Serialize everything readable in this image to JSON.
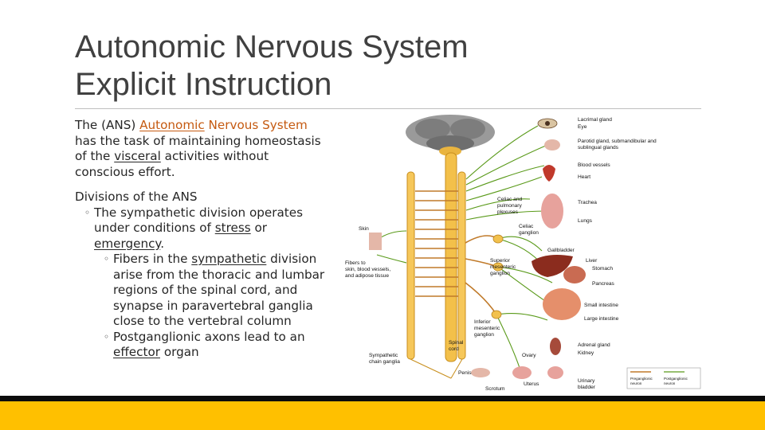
{
  "slide": {
    "title_line1": "Autonomic Nervous System",
    "title_line2": "Explicit Instruction"
  },
  "body": {
    "para1": {
      "p1": "The (ANS) ",
      "link": "Autonomic",
      "p2": " Nervous System",
      "p3": "has the task of maintaining homeostasis",
      "p4": "of the ",
      "u1": "visceral",
      "p5": " activities without",
      "p6": "conscious effort."
    },
    "divisions_heading": "Divisions of the ANS",
    "item1": {
      "a": "The sympathetic division operates",
      "b": "under conditions of ",
      "u_stress": "stress",
      "c": " or",
      "u_emergency": "emergency",
      "d": "."
    },
    "sub1": {
      "a": "Fibers in the ",
      "u": "sympathetic",
      "b": " division",
      "c": "arise from the thoracic and lumbar",
      "d": "regions of the spinal cord, and",
      "e": "synapse in paravertebral ganglia",
      "f": "close to the vertebral column"
    },
    "sub2": {
      "a": "Postganglionic axons lead to an",
      "u": "effector",
      "b": " organ"
    }
  },
  "diagram": {
    "labels": {
      "lacrimal": "Lacrimal gland",
      "eye": "Eye",
      "parotid1": "Parotid gland, submandibular and",
      "parotid2": "sublingual glands",
      "blood_vessels": "Blood vessels",
      "heart": "Heart",
      "celiac_pulm1": "Celiac and",
      "celiac_pulm2": "pulmonary",
      "celiac_pulm3": "plexuses",
      "trachea": "Trachea",
      "lungs": "Lungs",
      "skin": "Skin",
      "celiac_ganglion1": "Celiac",
      "celiac_ganglion2": "ganglion",
      "gallbladder": "Gallbladder",
      "fibers1": "Fibers to",
      "fibers2": "skin, blood vessels,",
      "fibers3": "and adipose tissue",
      "sup_mes1": "Superior",
      "sup_mes2": "mesenteric",
      "sup_mes3": "ganglion",
      "liver": "Liver",
      "stomach": "Stomach",
      "pancreas": "Pancreas",
      "small_int": "Small intestine",
      "large_int": "Large intestine",
      "inf_mes1": "Inferior",
      "inf_mes2": "mesenteric",
      "inf_mes3": "ganglion",
      "spinal1": "Spinal",
      "spinal2": "cord",
      "adrenal": "Adrenal gland",
      "kidney": "Kidney",
      "ovary": "Ovary",
      "chain1": "Sympathetic",
      "chain2": "chain ganglia",
      "penis": "Penis",
      "uterus": "Uterus",
      "scrotum": "Scrotum",
      "bladder1": "Urinary",
      "bladder2": "bladder",
      "legend_pre1": "Preganglionic",
      "legend_pre2": "neuron",
      "legend_post1": "Postganglionic",
      "legend_post2": "neuron"
    },
    "colors": {
      "preganglionic": "#c07a2a",
      "postganglionic": "#5a9a1a",
      "spinal_cord": "#f3c04a",
      "chain_ganglia": "#f2a23a",
      "brain": "#8d8d8d"
    }
  },
  "footer": {
    "bar_color": "#ffc000",
    "line_color": "#0d0d0d"
  }
}
